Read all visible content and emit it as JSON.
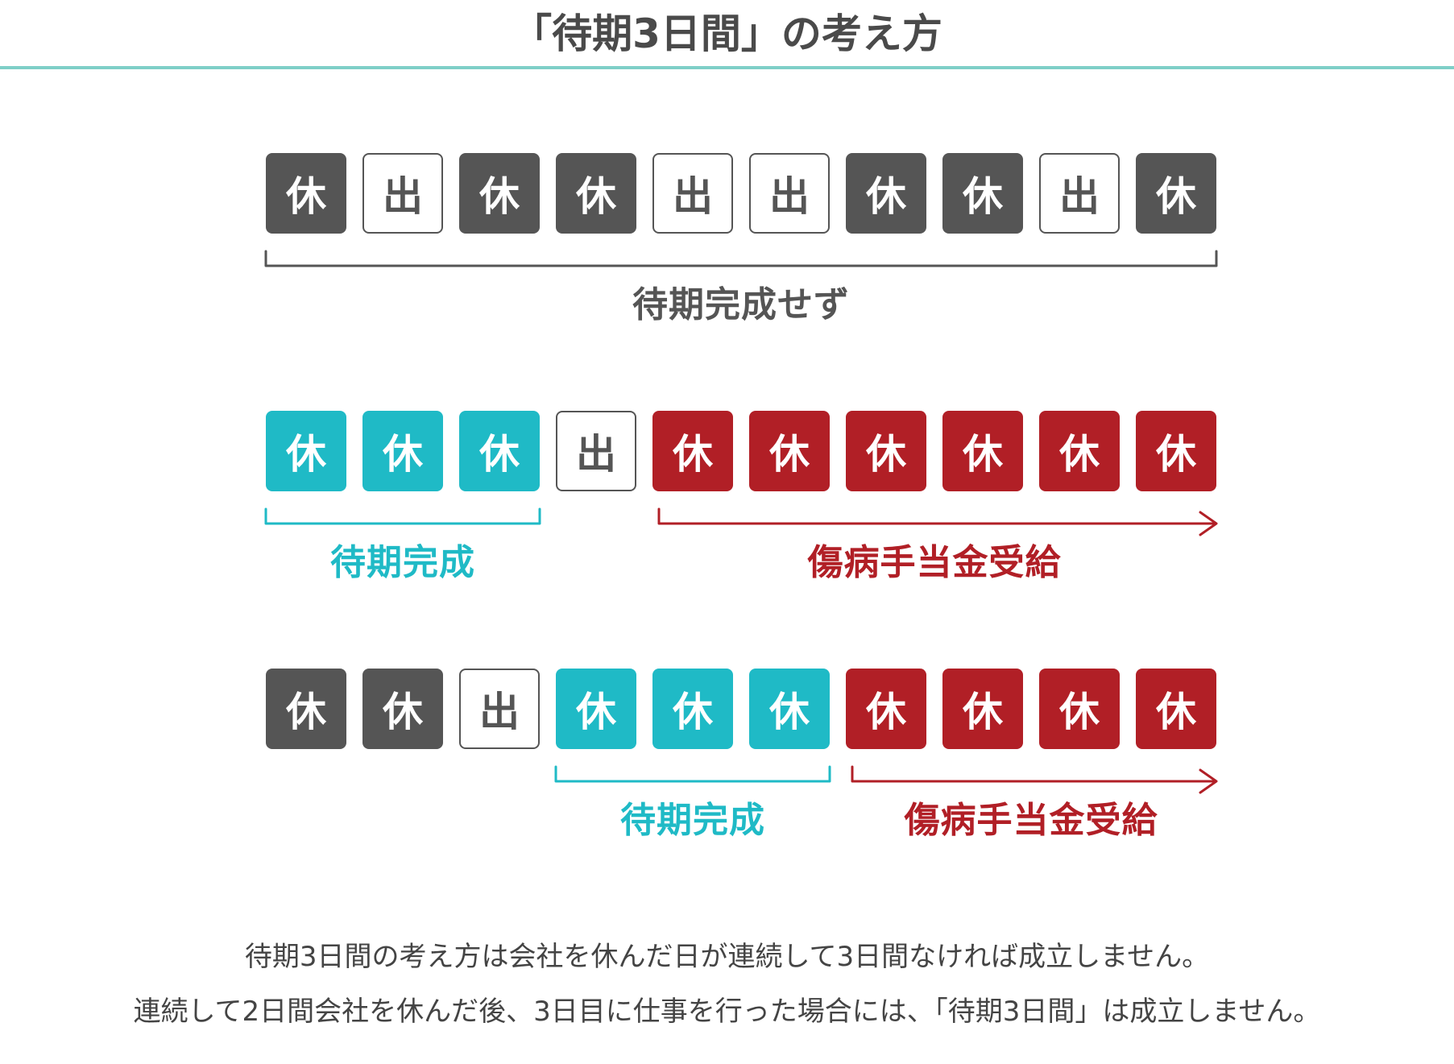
{
  "title": "「待期3日間」の考え方",
  "colors": {
    "title_rule": "#7fcfc8",
    "off_dark": "#555555",
    "work_outline": "#555555",
    "waiting": "#1fbac6",
    "benefit": "#b11f26"
  },
  "rows": [
    {
      "days": [
        {
          "text": "休",
          "kind": "off"
        },
        {
          "text": "出",
          "kind": "work"
        },
        {
          "text": "休",
          "kind": "off"
        },
        {
          "text": "休",
          "kind": "off"
        },
        {
          "text": "出",
          "kind": "work"
        },
        {
          "text": "出",
          "kind": "work"
        },
        {
          "text": "休",
          "kind": "off"
        },
        {
          "text": "休",
          "kind": "off"
        },
        {
          "text": "出",
          "kind": "work"
        },
        {
          "text": "休",
          "kind": "off"
        }
      ],
      "spans": [
        {
          "from": 0,
          "to": 9,
          "style": "bracket",
          "color": "#555555",
          "label": "待期完成せず"
        }
      ]
    },
    {
      "days": [
        {
          "text": "休",
          "kind": "wait"
        },
        {
          "text": "休",
          "kind": "wait"
        },
        {
          "text": "休",
          "kind": "wait"
        },
        {
          "text": "出",
          "kind": "work"
        },
        {
          "text": "休",
          "kind": "paid"
        },
        {
          "text": "休",
          "kind": "paid"
        },
        {
          "text": "休",
          "kind": "paid"
        },
        {
          "text": "休",
          "kind": "paid"
        },
        {
          "text": "休",
          "kind": "paid"
        },
        {
          "text": "休",
          "kind": "paid"
        }
      ],
      "spans": [
        {
          "from": 0,
          "to": 2,
          "style": "bracket",
          "color": "#1fbac6",
          "label": "待期完成"
        },
        {
          "from": 4,
          "to": 9,
          "style": "arrow",
          "color": "#b11f26",
          "label": "傷病手当金受給"
        }
      ]
    },
    {
      "days": [
        {
          "text": "休",
          "kind": "off"
        },
        {
          "text": "休",
          "kind": "off"
        },
        {
          "text": "出",
          "kind": "work"
        },
        {
          "text": "休",
          "kind": "wait"
        },
        {
          "text": "休",
          "kind": "wait"
        },
        {
          "text": "休",
          "kind": "wait"
        },
        {
          "text": "休",
          "kind": "paid"
        },
        {
          "text": "休",
          "kind": "paid"
        },
        {
          "text": "休",
          "kind": "paid"
        },
        {
          "text": "休",
          "kind": "paid"
        }
      ],
      "spans": [
        {
          "from": 3,
          "to": 5,
          "style": "bracket",
          "color": "#1fbac6",
          "label": "待期完成"
        },
        {
          "from": 6,
          "to": 9,
          "style": "arrow",
          "color": "#b11f26",
          "label": "傷病手当金受給"
        }
      ]
    }
  ],
  "captions": [
    "待期3日間の考え方は会社を休んだ日が連続して3日間なければ成立しません。",
    "連続して2日間会社を休んだ後、3日目に仕事を行った場合には、「待期3日間」は成立しません。"
  ]
}
